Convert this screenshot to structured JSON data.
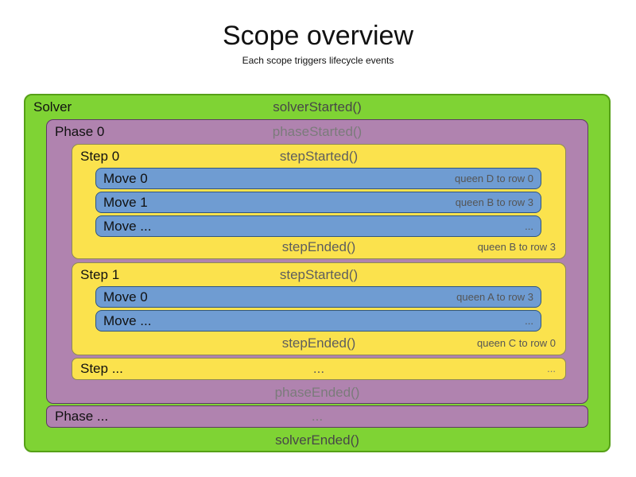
{
  "page": {
    "title": "Scope overview",
    "subtitle": "Each scope triggers lifecycle events"
  },
  "colors": {
    "solver_fill": "#7FD334",
    "solver_border": "#56A017",
    "phase_fill": "#B083AF",
    "phase_border": "#5E3A64",
    "step_fill": "#FBE24D",
    "step_border": "#8F8A53",
    "move_fill": "#6F9CD2",
    "move_border": "#31567F"
  },
  "solver": {
    "label": "Solver",
    "started": "solverStarted()",
    "ended": "solverEnded()",
    "phase0": {
      "label": "Phase 0",
      "started": "phaseStarted()",
      "ended": "phaseEnded()",
      "steps": [
        {
          "label": "Step 0",
          "started": "stepStarted()",
          "ended": "stepEnded()",
          "ended_note": "queen B to row 3",
          "moves": [
            {
              "label": "Move 0",
              "note": "queen D to row 0"
            },
            {
              "label": "Move 1",
              "note": "queen B to row 3"
            },
            {
              "label": "Move ...",
              "note": "..."
            }
          ]
        },
        {
          "label": "Step 1",
          "started": "stepStarted()",
          "ended": "stepEnded()",
          "ended_note": "queen C to row 0",
          "moves": [
            {
              "label": "Move 0",
              "note": "queen A to row 3"
            },
            {
              "label": "Move ...",
              "note": "..."
            }
          ]
        }
      ],
      "step_more": {
        "label": "Step ...",
        "center": "...",
        "right": "..."
      }
    },
    "phase_more": {
      "label": "Phase ...",
      "center": "..."
    }
  }
}
